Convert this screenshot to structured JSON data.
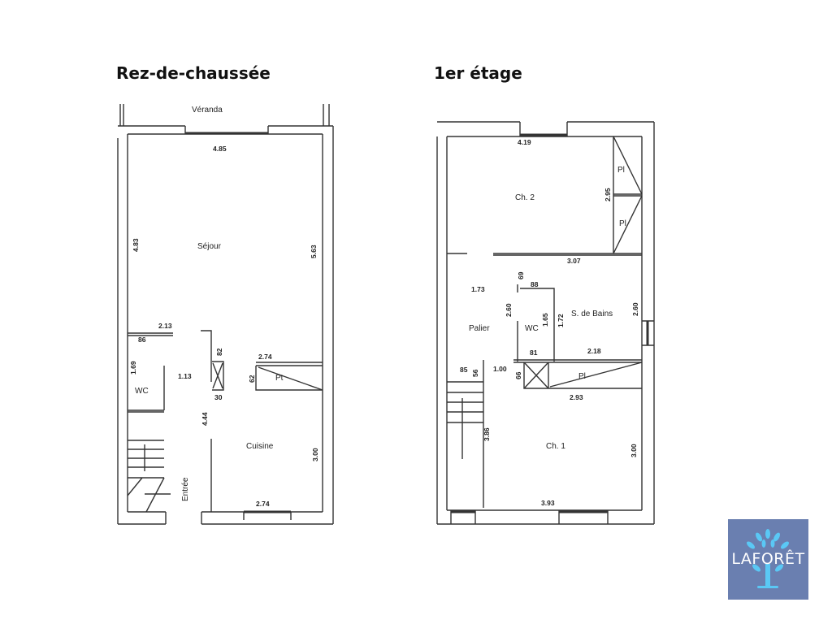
{
  "titles": {
    "ground": "Rez-de-chaussée",
    "first": "1er étage"
  },
  "ground_floor": {
    "rooms": {
      "veranda": "Véranda",
      "sejour": "Séjour",
      "wc": "WC",
      "cuisine": "Cuisine",
      "entree": "Entrée",
      "placard": "Pt"
    },
    "dims": {
      "top": "4.85",
      "left": "4.83",
      "right": "5.63",
      "hall_top": "2.13",
      "hall_small": "86",
      "wc_h": "1.69",
      "hall_w": "1.13",
      "closet_h": "82",
      "closet_w": "30",
      "kitchen_top": "2.74",
      "pt_h": "62",
      "hall_len": "4.44",
      "kitchen_h": "3.00",
      "kitchen_bottom": "2.74"
    }
  },
  "first_floor": {
    "rooms": {
      "ch2": "Ch. 2",
      "pl1": "Pl",
      "pl2": "Pl",
      "palier": "Palier",
      "wc": "WC",
      "sdb": "S. de Bains",
      "ch1": "Ch. 1",
      "pl3": "Pl"
    },
    "dims": {
      "top": "4.19",
      "closet_h": "2.95",
      "ch2_bottom": "3.07",
      "palier_w": "1.73",
      "wc_small": "69",
      "wc_top": "88",
      "palier_h": "2.60",
      "wc_h": "1.65",
      "wc_h2": "1.72",
      "sdb_h": "2.60",
      "wc_bottom": "81",
      "sdb_bottom": "2.18",
      "stair_small": "85",
      "stair_small2": "56",
      "landing": "1.00",
      "closet2": "66",
      "ch1_top": "2.93",
      "ch1_left": "3.86",
      "ch1_right": "3.00",
      "ch1_bottom": "3.93"
    }
  },
  "logo": {
    "text": "LAFORÊT"
  },
  "colors": {
    "logo_bg": "#6a7fb0",
    "tree": "#5ac8f5"
  }
}
